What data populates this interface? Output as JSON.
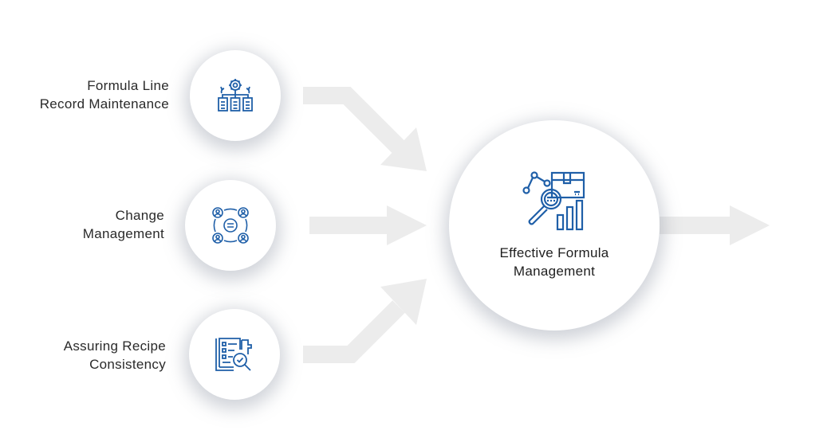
{
  "colors": {
    "icon": "#1f5fa8",
    "arrow": "#ececec"
  },
  "inputs": [
    {
      "label_line1": "Formula Line",
      "label_line2": "Record Maintenance",
      "icon": "gear-hierarchy-documents-icon"
    },
    {
      "label_line1": "Change",
      "label_line2": "Management",
      "icon": "people-cycle-chat-icon"
    },
    {
      "label_line1": "Assuring Recipe",
      "label_line2": "Consistency",
      "icon": "checklist-magnifier-icon"
    }
  ],
  "center": {
    "label_line1": "Effective Formula",
    "label_line2": "Management",
    "icon": "analytics-magnifier-box-icon"
  }
}
